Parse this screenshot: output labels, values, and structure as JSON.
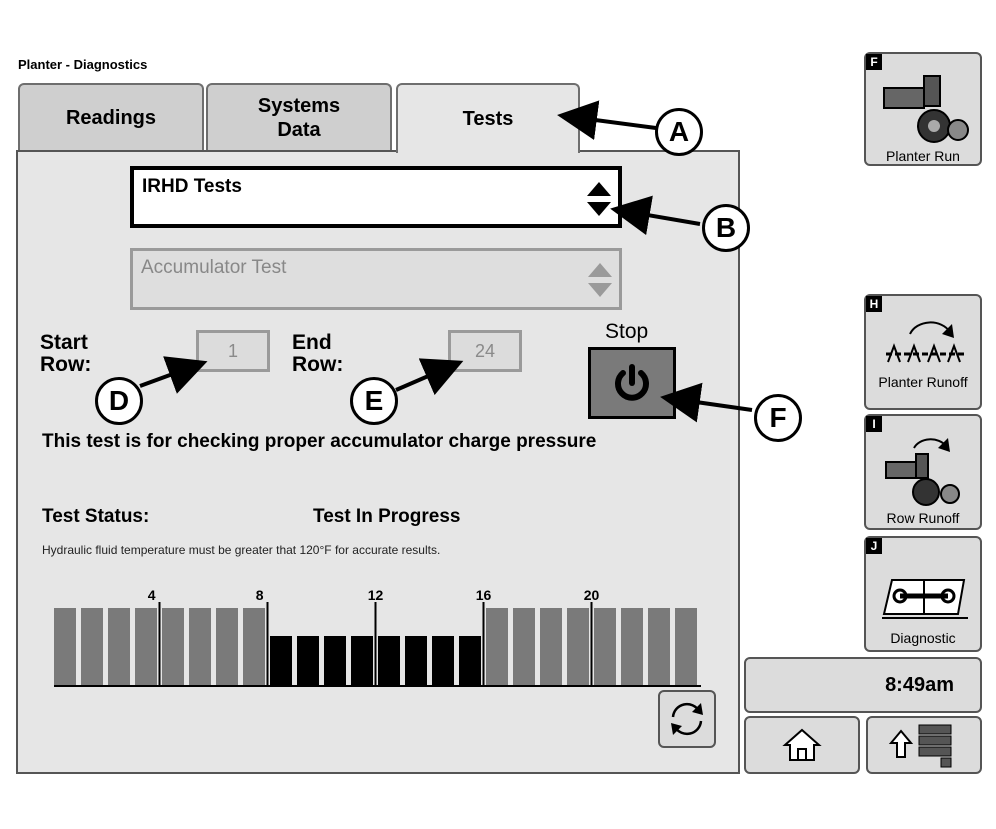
{
  "window": {
    "title": "Planter - Diagnostics"
  },
  "tabs": [
    {
      "label": "Readings",
      "active": false
    },
    {
      "label": "Systems Data",
      "active": false
    },
    {
      "label": "Tests",
      "active": true
    }
  ],
  "test_selector": {
    "value": "IRHD Tests"
  },
  "subtest_selector": {
    "value": "Accumulator Test",
    "enabled": false
  },
  "start_row": {
    "label": "Start Row:",
    "value": "1"
  },
  "end_row": {
    "label": "End Row:",
    "value": "24"
  },
  "stop": {
    "label": "Stop",
    "icon": "power-icon"
  },
  "description": "This test is for checking proper accumulator charge pressure",
  "status": {
    "label": "Test Status:",
    "value": "Test In Progress"
  },
  "note": "Hydraulic fluid temperature must be greater that 120°F for accurate results.",
  "row_chart": {
    "tick_labels": [
      "4",
      "8",
      "12",
      "16",
      "20"
    ],
    "tick_rows": [
      4,
      8,
      12,
      16,
      20
    ],
    "total_rows": 24,
    "active_rows": [
      9,
      10,
      11,
      12,
      13,
      14,
      15,
      16
    ],
    "colors": {
      "active": "#000000",
      "inactive": "#7a7a7a"
    }
  },
  "refresh": {
    "icon": "refresh-icon"
  },
  "callouts": [
    "A",
    "B",
    "D",
    "E",
    "F"
  ],
  "side_buttons": [
    {
      "key": "F",
      "label": "Planter Run",
      "icon": "planter-icon"
    },
    {
      "key": "H",
      "label": "Planter Runoff",
      "icon": "planter-runoff-icon"
    },
    {
      "key": "I",
      "label": "Row Runoff",
      "icon": "row-runoff-icon"
    },
    {
      "key": "J",
      "label": "Diagnostic",
      "icon": "diagnostic-book-icon"
    }
  ],
  "clock": "8:49am",
  "home_button": {
    "icon": "home-icon"
  },
  "menu_button": {
    "icon": "up-menu-icon"
  }
}
